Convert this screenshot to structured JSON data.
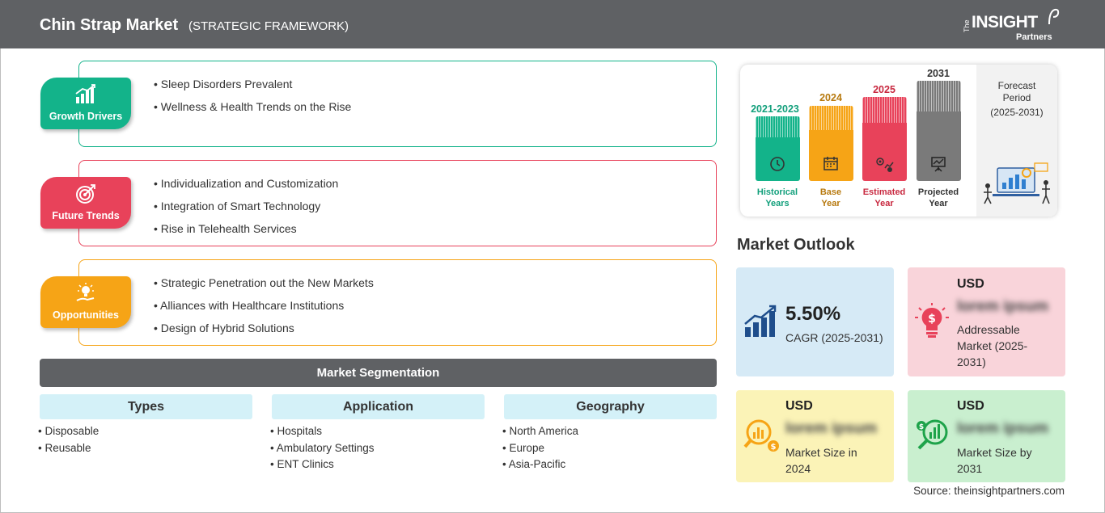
{
  "header": {
    "title": "Chin Strap Market",
    "subtitle": "(STRATEGIC FRAMEWORK)",
    "logo": {
      "the": "The",
      "insight": "INSIGHT",
      "partners": "Partners"
    }
  },
  "framework": {
    "growth_drivers": {
      "label": "Growth Drivers",
      "color": "#13b38a",
      "icon": "bar-chart-icon",
      "items": [
        "Sleep Disorders Prevalent",
        "Wellness & Health Trends on the Rise"
      ]
    },
    "future_trends": {
      "label": "Future Trends",
      "color": "#e8425a",
      "icon": "target-icon",
      "items": [
        "Individualization and Customization",
        "Integration of Smart Technology",
        "Rise in Telehealth Services"
      ]
    },
    "opportunities": {
      "label": "Opportunities",
      "color": "#f6a416",
      "icon": "lightbulb-hand-icon",
      "items": [
        "Strategic Penetration out the New Markets",
        "Alliances with Healthcare Institutions",
        "Design of Hybrid Solutions"
      ]
    }
  },
  "segmentation": {
    "title": "Market Segmentation",
    "columns": [
      {
        "heading": "Types",
        "items": [
          "Disposable",
          "Reusable"
        ]
      },
      {
        "heading": "Application",
        "items": [
          "Hospitals",
          "Ambulatory Settings",
          "ENT Clinics"
        ]
      },
      {
        "heading": "Geography",
        "items": [
          "North America",
          "Europe",
          "Asia-Pacific"
        ]
      }
    ]
  },
  "timeline": {
    "periods": [
      {
        "year": "2021-2023",
        "label_line1": "Historical",
        "label_line2": "Years",
        "color": "#13b38a",
        "icon": "history-clock-icon"
      },
      {
        "year": "2024",
        "label_line1": "Base",
        "label_line2": "Year",
        "color": "#f6a416",
        "icon": "calendar-icon"
      },
      {
        "year": "2025",
        "label_line1": "Estimated",
        "label_line2": "Year",
        "color": "#e8425a",
        "icon": "gears-chart-icon"
      },
      {
        "year": "2031",
        "label_line1": "Projected",
        "label_line2": "Year",
        "color": "#7a7a7a",
        "icon": "presentation-board-icon"
      }
    ],
    "forecast": {
      "line1": "Forecast",
      "line2": "Period",
      "line3": "(2025-2031)"
    }
  },
  "outlook": {
    "title": "Market Outlook",
    "cagr": {
      "value": "5.50%",
      "desc": "CAGR (2025-2031)",
      "color": "#d6eaf6"
    },
    "addressable": {
      "usd": "USD",
      "value": "lorem ipsum",
      "desc": "Addressable Market (2025-2031)",
      "color": "#f9d4da"
    },
    "size_2024": {
      "usd": "USD",
      "value": "lorem ipsum",
      "desc": "Market Size in 2024",
      "color": "#fbf3b7"
    },
    "size_2031": {
      "usd": "USD",
      "value": "lorem ipsum",
      "desc": "Market Size by 2031",
      "color": "#c9efcf"
    }
  },
  "source": "Source: theinsightpartners.com"
}
